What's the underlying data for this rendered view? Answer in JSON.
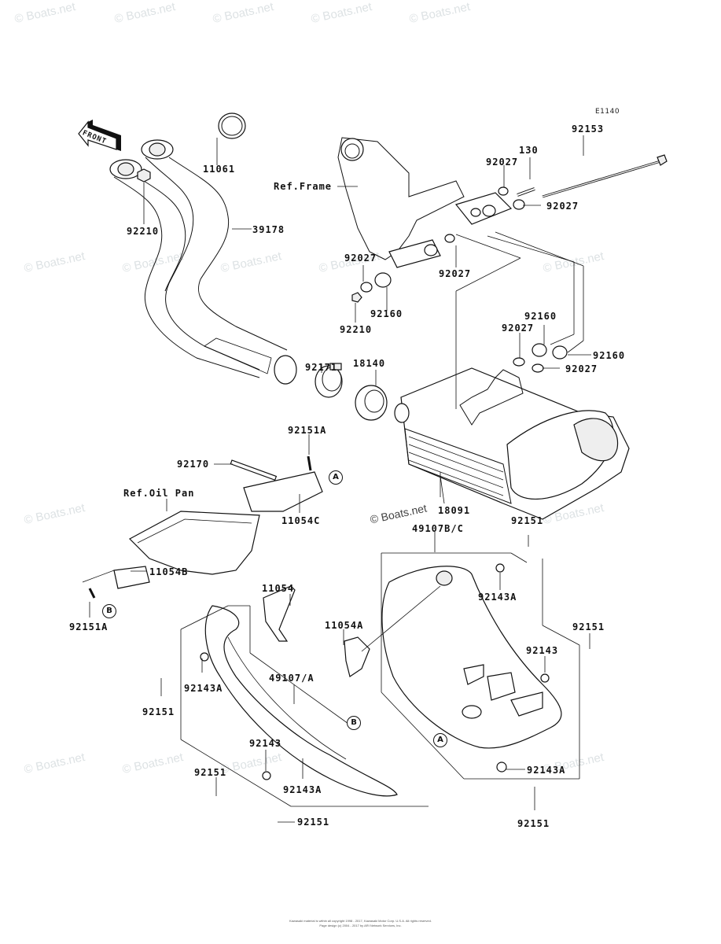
{
  "diagram": {
    "title_code": "E1140",
    "front_arrow_label": "FRONT",
    "references": {
      "frame": "Ref.Frame",
      "oil_pan": "Ref.Oil Pan"
    },
    "parts": [
      {
        "id": "p11061",
        "number": "11061"
      },
      {
        "id": "p39178",
        "number": "39178"
      },
      {
        "id": "p92210a",
        "number": "92210"
      },
      {
        "id": "p92153",
        "number": "92153"
      },
      {
        "id": "p130",
        "number": "130"
      },
      {
        "id": "p92027a",
        "number": "92027"
      },
      {
        "id": "p92027b",
        "number": "92027"
      },
      {
        "id": "p92027c",
        "number": "92027"
      },
      {
        "id": "p92027d",
        "number": "92027"
      },
      {
        "id": "p92160a",
        "number": "92160"
      },
      {
        "id": "p92210b",
        "number": "92210"
      },
      {
        "id": "p92160b",
        "number": "92160"
      },
      {
        "id": "p92027e",
        "number": "92027"
      },
      {
        "id": "p92160c",
        "number": "92160"
      },
      {
        "id": "p92027f",
        "number": "92027"
      },
      {
        "id": "p92171",
        "number": "92171"
      },
      {
        "id": "p18140",
        "number": "18140"
      },
      {
        "id": "p92151A_a",
        "number": "92151A"
      },
      {
        "id": "p92170",
        "number": "92170"
      },
      {
        "id": "p11054C",
        "number": "11054C"
      },
      {
        "id": "p18091",
        "number": "18091"
      },
      {
        "id": "p11054B",
        "number": "11054B"
      },
      {
        "id": "p92151A_b",
        "number": "92151A"
      },
      {
        "id": "p49107BC",
        "number": "49107B/C"
      },
      {
        "id": "p92151a",
        "number": "92151"
      },
      {
        "id": "p92143A_a",
        "number": "92143A"
      },
      {
        "id": "p11054",
        "number": "11054"
      },
      {
        "id": "p11054A",
        "number": "11054A"
      },
      {
        "id": "p92151b",
        "number": "92151"
      },
      {
        "id": "p92143a",
        "number": "92143"
      },
      {
        "id": "p49107A",
        "number": "49107/A"
      },
      {
        "id": "p92151c",
        "number": "92151"
      },
      {
        "id": "p92143A_b",
        "number": "92143A"
      },
      {
        "id": "p92143b",
        "number": "92143"
      },
      {
        "id": "p92151d",
        "number": "92151"
      },
      {
        "id": "p92143A_c",
        "number": "92143A"
      },
      {
        "id": "p92151e",
        "number": "92151"
      },
      {
        "id": "p92143A_d",
        "number": "92143A"
      },
      {
        "id": "p92151f",
        "number": "92151"
      }
    ],
    "callouts": {
      "A": "A",
      "B": "B"
    }
  },
  "watermark": {
    "text": "© Boats.net"
  },
  "footer": {
    "line1": "Kawasaki material is within all copyright 1998 - 2017, Kawasaki Motor Corp. U.S.A. All rights reserved.",
    "line2": "Page design (c) 2004 - 2017 by ARI Network Services, Inc."
  }
}
